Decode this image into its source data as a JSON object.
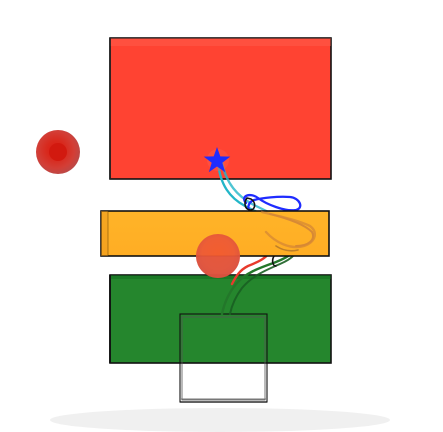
{
  "scene": {
    "background": "#ffffff",
    "colors": {
      "red": "#ff4332",
      "orange": "#ffb128",
      "green": "#25862d",
      "blue": "#1f2cff",
      "cyan": "#22b6c8",
      "outline": "#111111"
    },
    "objects": [
      "red-block",
      "orange-block",
      "green-block",
      "open-frame",
      "red-ball-left",
      "red-ball-center",
      "blue-star-marker",
      "tangled-wires"
    ]
  }
}
